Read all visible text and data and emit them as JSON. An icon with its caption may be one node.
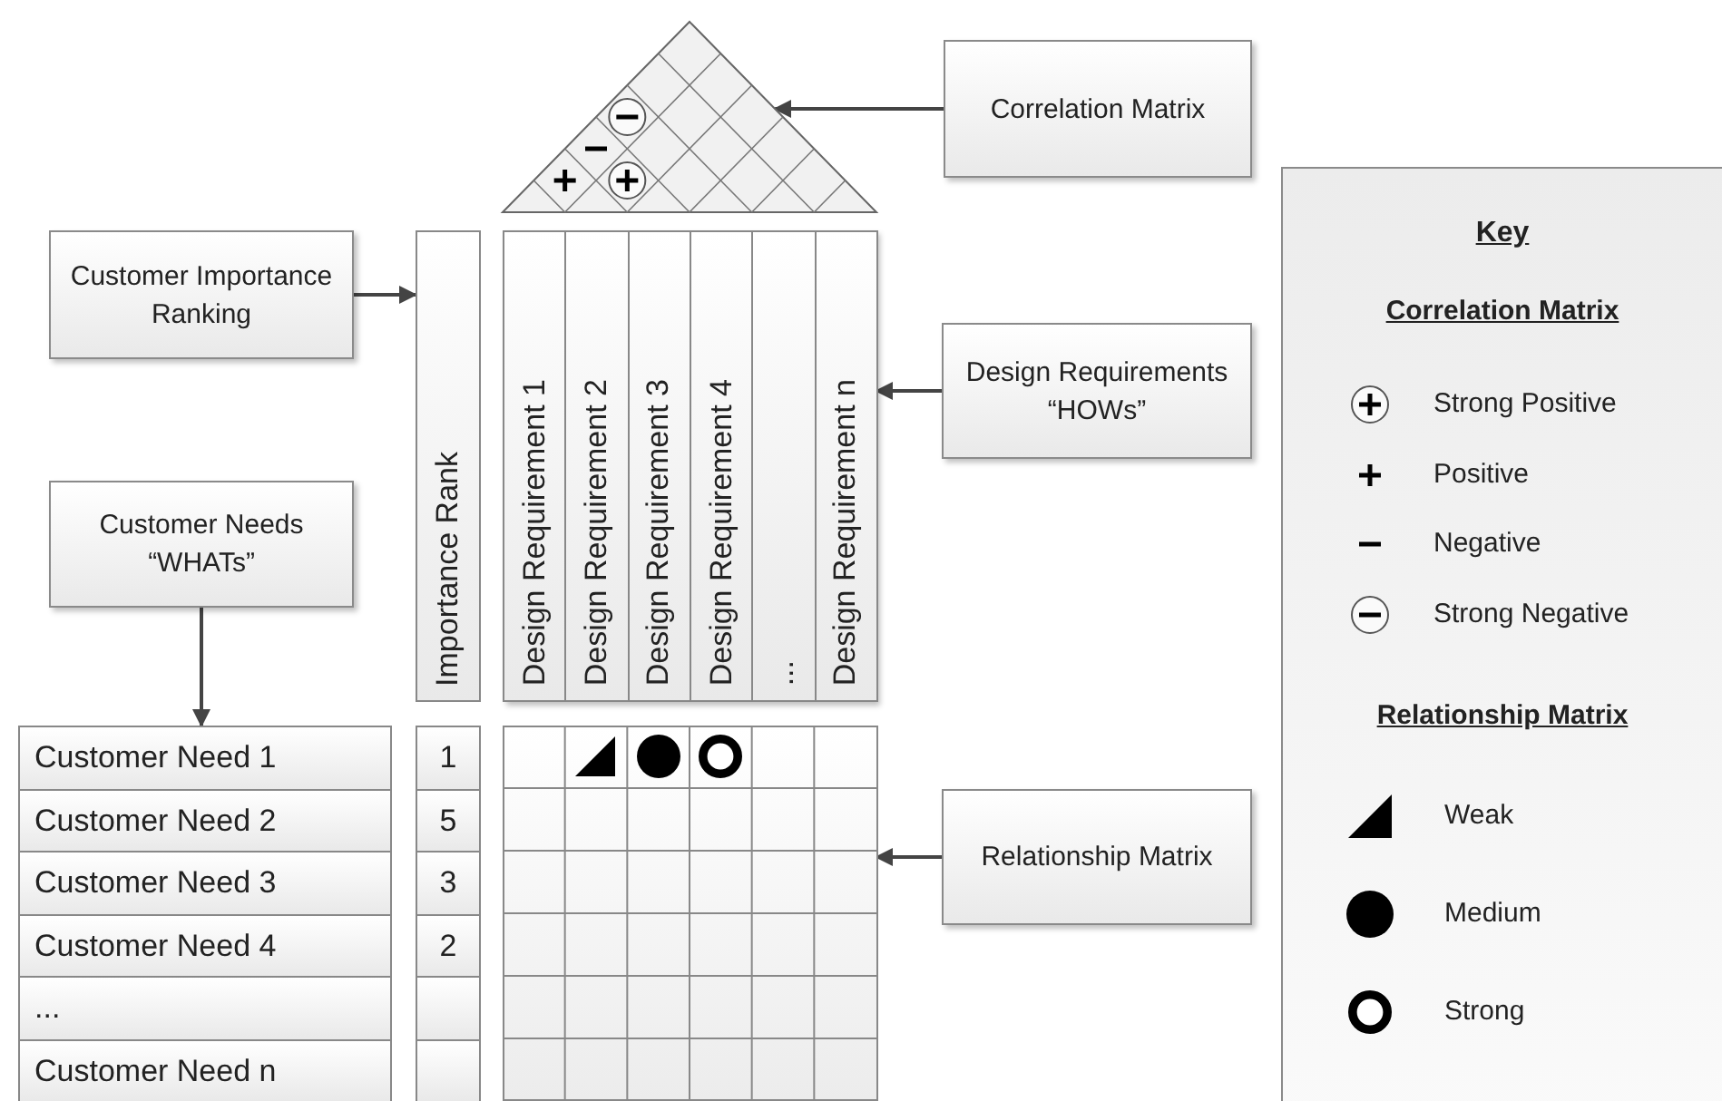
{
  "diagram": {
    "nodes": [
      {
        "text": [
          "Correlation Matrix"
        ]
      },
      {
        "text": [],
        "shape": "triangle"
      },
      {
        "text": [
          "Customer Importance Ranking"
        ]
      },
      {
        "text": [
          "Importance Rank"
        ]
      },
      {
        "text": [],
        "shape": "box"
      },
      {
        "text": [
          "Design Requirement 1"
        ],
        "in": 4
      },
      {
        "text": [
          "Design Requirement 2"
        ],
        "in": 4
      },
      {
        "text": [
          "Design Requirement 3"
        ],
        "in": 4
      },
      {
        "text": [
          "Design Requirement 4"
        ],
        "in": 4
      },
      {
        "text": [
          "..."
        ],
        "in": 4
      },
      {
        "text": [
          "Design Requirement n"
        ],
        "in": 4
      },
      {
        "text": [
          "Design Requirements “HOWs”"
        ]
      },
      {
        "text": [
          "Customer Needs “WHATs”"
        ]
      },
      {
        "text": [
          "Customer Need 1"
        ]
      },
      {
        "text": [
          "Customer Need 2"
        ]
      },
      {
        "text": [
          "Customer Need 3"
        ]
      },
      {
        "text": [
          "Customer Need 4"
        ]
      },
      {
        "text": [
          "..."
        ]
      },
      {
        "text": [
          "Customer Need n"
        ]
      },
      {
        "text": [],
        "shape": "grid"
      },
      {
        "text": [
          "Relationship Matrix"
        ]
      },
      {
        "text": [
          "1"
        ]
      },
      {
        "text": [
          "5"
        ]
      },
      {
        "text": [
          "3"
        ]
      },
      {
        "text": [
          "2"
        ]
      },
      {
        "text": [],
        "shape": "box"
      },
      {
        "text": [],
        "shape": "box"
      }
    ],
    "edges": [
      {
        "from": 0,
        "to": 1,
        "arrow": "to"
      },
      {
        "from": 2,
        "to": 3,
        "arrow": "to"
      },
      {
        "from": 12,
        "to": 13,
        "arrow": "to"
      },
      {
        "from": 11,
        "to": 4,
        "arrow": "to"
      },
      {
        "from": 20,
        "to": 19,
        "arrow": "to"
      }
    ],
    "labels": [
      "Key",
      "Correlation Matrix",
      "Relationship Matrix"
    ],
    "legend": [
      {
        "text": "Strong Positive"
      },
      {
        "text": "Positive"
      },
      {
        "text": "Negative"
      },
      {
        "text": "Strong Negative"
      },
      {
        "text": "Weak"
      },
      {
        "text": "Medium"
      },
      {
        "text": "Strong"
      }
    ]
  }
}
